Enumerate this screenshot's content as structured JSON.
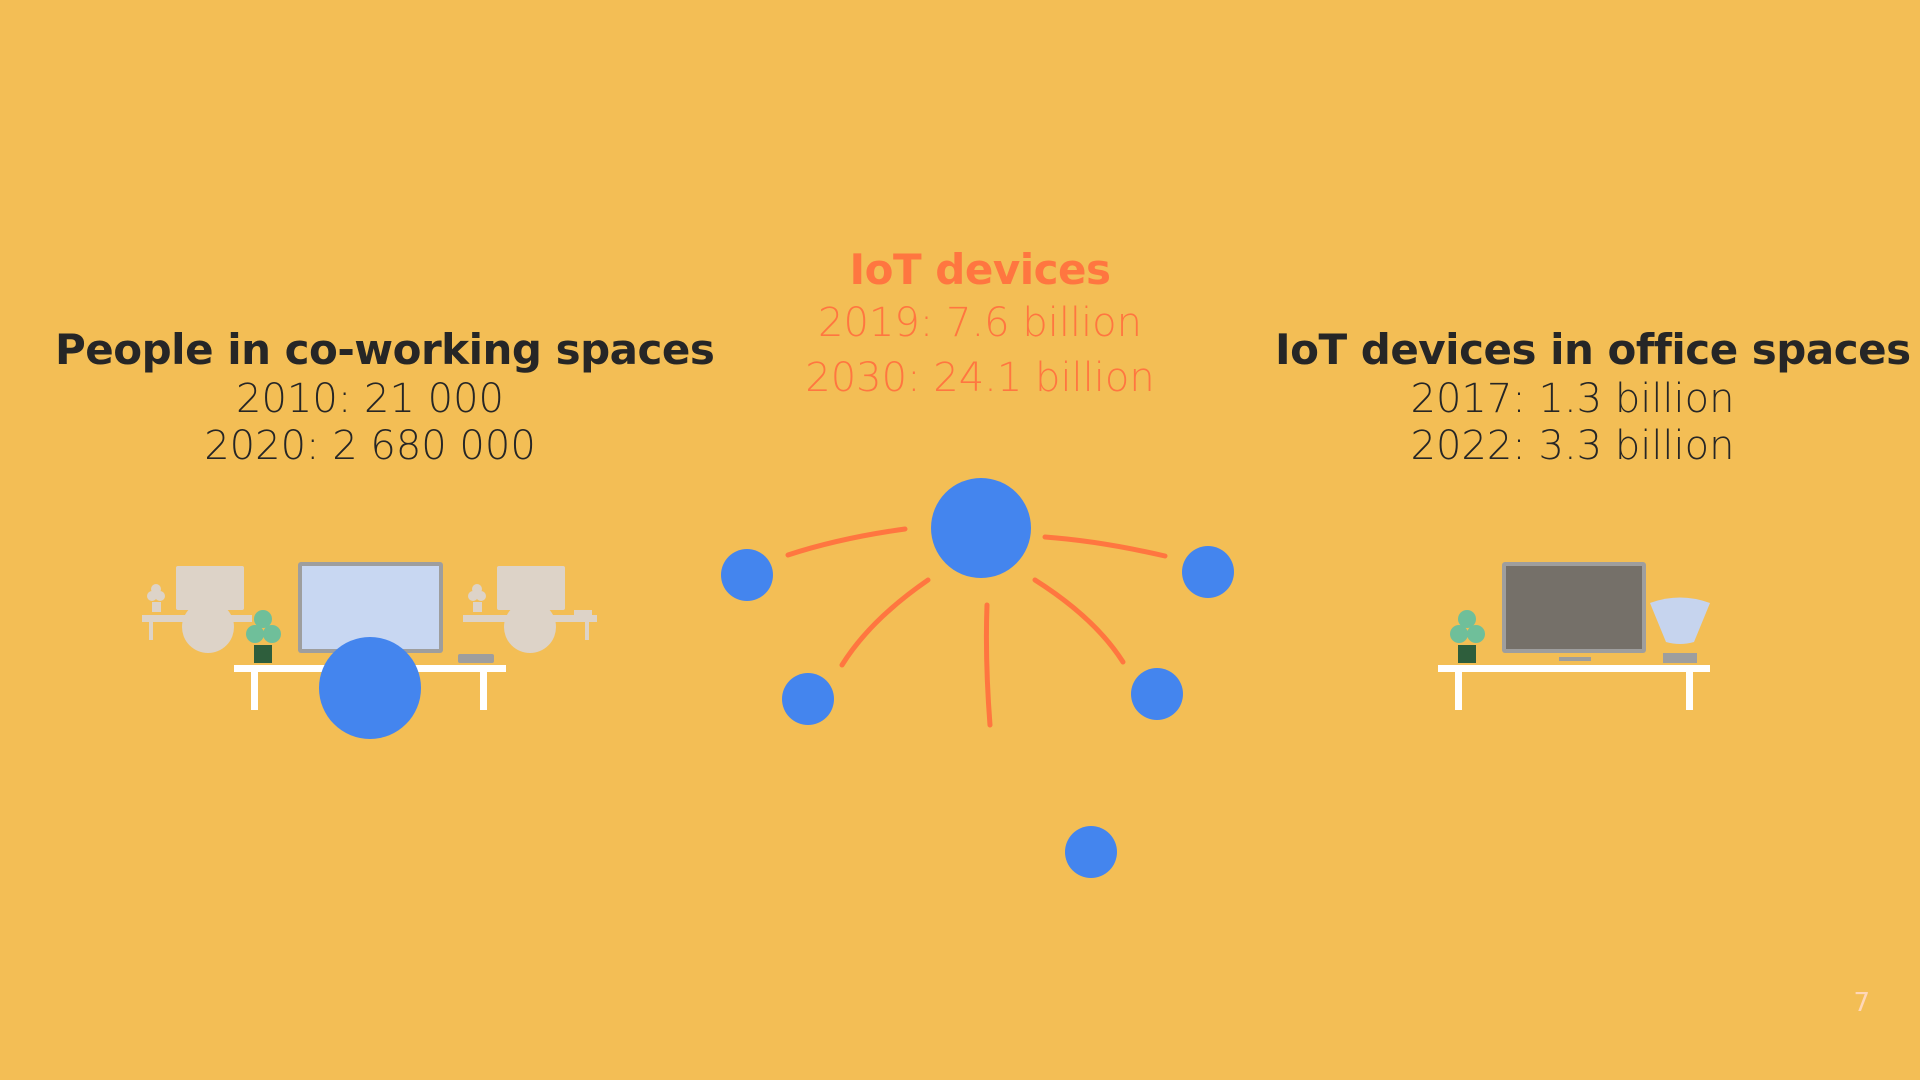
{
  "left": {
    "title": "People in co-working spaces",
    "lines": [
      "2010: 21 000",
      "2020: 2 680 000"
    ]
  },
  "center": {
    "title": "IoT devices",
    "lines": [
      "2019: 7.6 billion",
      "2030: 24.1 billion"
    ]
  },
  "right": {
    "title": "IoT devices in office spaces",
    "lines": [
      "2017: 1.3 billion",
      "2022: 3.3 billion"
    ]
  },
  "page_number": "7",
  "colors": {
    "background": "#F3BE55",
    "accent_orange": "#FF7640",
    "node_blue": "#4485EE",
    "text_dark": "#262626"
  },
  "icons": [
    "coworking-desk-illustration",
    "iot-network-diagram",
    "office-desk-illustration"
  ]
}
